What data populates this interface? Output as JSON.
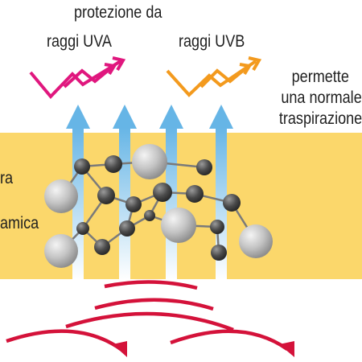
{
  "labels": {
    "uva_line1": "protezione da",
    "uva_line2": "raggi UVA",
    "uvb": "raggi UVB",
    "transpiration_line1": "permette",
    "transpiration_line2": "una normale",
    "transpiration_line3": "traspirazione",
    "left_line1": "ra",
    "left_line3": "amica"
  },
  "colors": {
    "band": "#fbd76b",
    "uva_arrow": "#e0177e",
    "uvb_arrow": "#f39a1e",
    "air_arrow": "#66b5e6",
    "heat_wave": "#d4123a",
    "molecule_large": "#c2c2c2",
    "molecule_small": "#4a4a4a",
    "bond": "#7a7a7a"
  },
  "icons": {
    "uva": "zigzag-arrow-icon",
    "uvb": "zigzag-arrow-icon",
    "air_flow": "up-arrow-icon",
    "heat": "curved-wave-icon"
  }
}
